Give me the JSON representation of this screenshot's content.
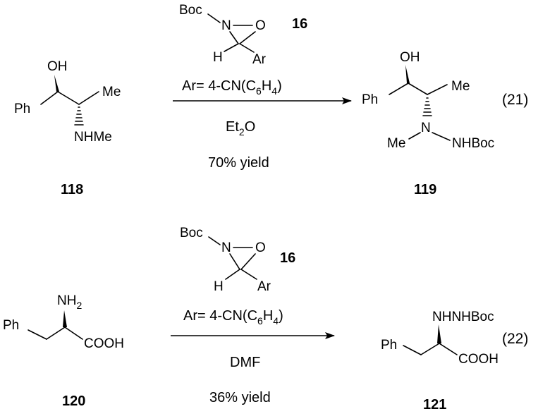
{
  "reaction_21": {
    "reagent": {
      "boc": "Boc",
      "n": "N",
      "o": "O",
      "h": "H",
      "ar": "Ar",
      "id": "16"
    },
    "ar_def": {
      "pre": "Ar= 4-CN(C",
      "sub1": "6",
      "mid": "H",
      "sub2": "4",
      "post": ")"
    },
    "solvent": {
      "main": "Et",
      "sub": "2",
      "post": "O"
    },
    "yield": "70% yield",
    "equation_number": "(21)",
    "substrate": {
      "oh": "OH",
      "me": "Me",
      "ph": "Ph",
      "nhme": "NHMe",
      "id": "118"
    },
    "product": {
      "oh": "OH",
      "me": "Me",
      "ph": "Ph",
      "n": "N",
      "me2": "Me",
      "nhboc": "NHBoc",
      "id": "119"
    }
  },
  "reaction_22": {
    "reagent": {
      "boc": "Boc",
      "n": "N",
      "o": "O",
      "h": "H",
      "ar": "Ar",
      "id": "16"
    },
    "ar_def": {
      "pre": "Ar= 4-CN(C",
      "sub1": "6",
      "mid": "H",
      "sub2": "4",
      "post": ")"
    },
    "solvent": "DMF",
    "yield": "36% yield",
    "equation_number": "(22)",
    "substrate": {
      "nh2_main": "NH",
      "nh2_sub": "2",
      "ph": "Ph",
      "cooh": "COOH",
      "id": "120"
    },
    "product": {
      "nhnhboc": "NHNHBoc",
      "ph": "Ph",
      "cooh": "COOH",
      "id": "121"
    }
  }
}
